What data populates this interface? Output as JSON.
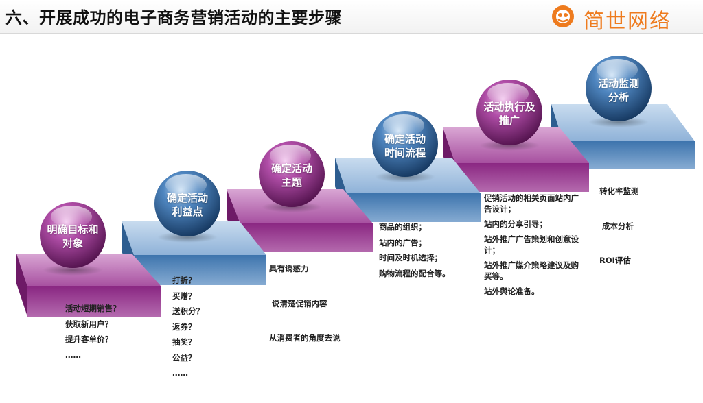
{
  "page": {
    "title": "六、开展成功的电子商务营销活动的主要步骤",
    "logo_text": "简世网络"
  },
  "colors": {
    "purple": "#8e2a86",
    "blue": "#3d74ad",
    "logo_orange": "#ee7b1e"
  },
  "steps": [
    {
      "label_lines": [
        "明确目标和",
        "对象"
      ],
      "items": [
        "活动短期销售？",
        "获取新用户？",
        "提升客单价？",
        "……"
      ]
    },
    {
      "label_lines": [
        "确定活动",
        "利益点"
      ],
      "items": [
        "打折？",
        "买赠？",
        "送积分？",
        "返券？",
        "抽奖？",
        "公益？",
        "……"
      ]
    },
    {
      "label_lines": [
        "确定活动",
        "主题"
      ],
      "items": [
        "具有诱惑力",
        " 说清楚促销内容",
        "从消费者的角度去说"
      ]
    },
    {
      "label_lines": [
        "确定活动",
        "时间流程"
      ],
      "items": [
        "商品的组织；",
        "站内的广告；",
        "时间及时机选择；",
        "购物流程的配合等。"
      ]
    },
    {
      "label_lines": [
        "活动执行及",
        "推广"
      ],
      "items": [
        "促销活动的相关页面站内广告设计；",
        "站内的分享引导；",
        "站外推广广告策划和创意设计；",
        "站外推广媒介策略建议及购买等。",
        "站外舆论准备。"
      ]
    },
    {
      "label_lines": [
        "活动监测",
        "分析"
      ],
      "items": [
        "转化率监测",
        " 成本分析",
        "ROI评估"
      ]
    }
  ]
}
